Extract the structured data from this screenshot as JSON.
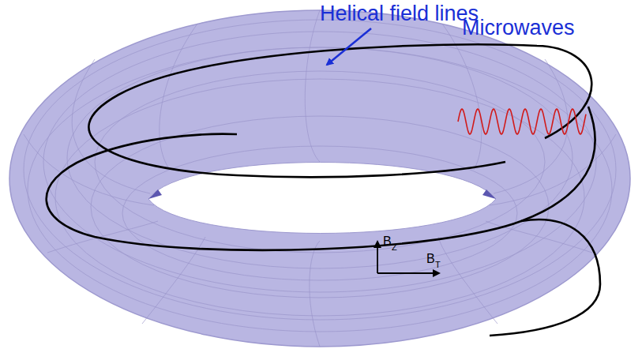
{
  "diagram": {
    "labels": [
      "Helical field lines",
      "Microwaves",
      "B",
      "Z",
      "B",
      "T"
    ]
  }
}
